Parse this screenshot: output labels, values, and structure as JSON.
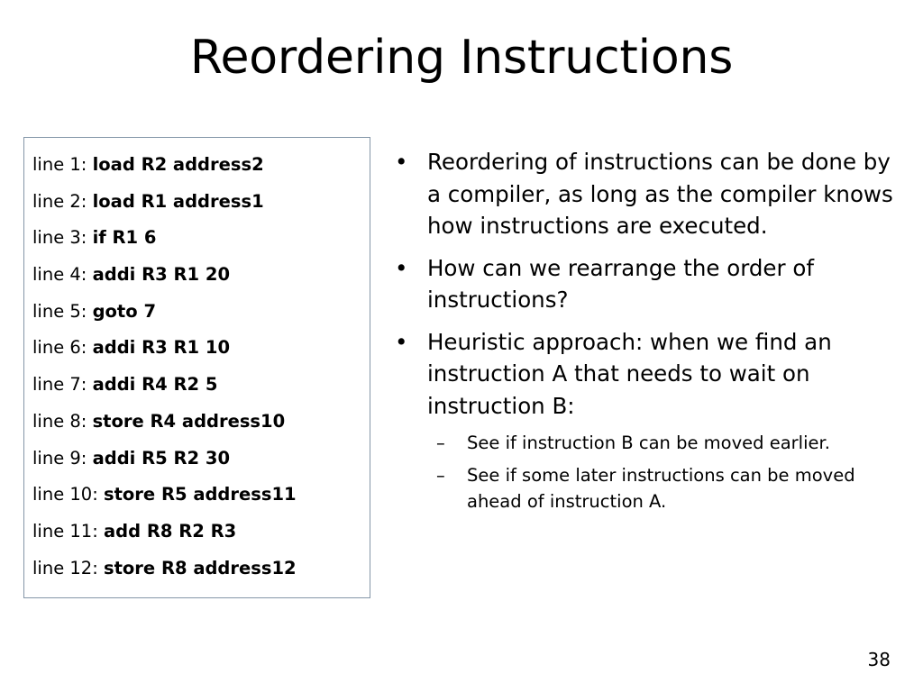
{
  "slide": {
    "title": "Reordering Instructions",
    "page_number": "38",
    "background_color": "#ffffff",
    "text_color": "#000000"
  },
  "code_box": {
    "border_color": "#8496a8",
    "background_color": "#ffffff",
    "lines": [
      {
        "label": "line 1:",
        "instruction": "load R2 address2"
      },
      {
        "label": "line 2:",
        "instruction": "load R1 address1"
      },
      {
        "label": "line 3:",
        "instruction": "if R1 6"
      },
      {
        "label": "line 4:",
        "instruction": "addi R3 R1 20"
      },
      {
        "label": "line 5:",
        "instruction": "goto 7"
      },
      {
        "label": "line 6:",
        "instruction": "addi R3 R1 10"
      },
      {
        "label": "line 7:",
        "instruction": "addi R4 R2 5"
      },
      {
        "label": "line 8:",
        "instruction": "store R4 address10"
      },
      {
        "label": "line 9:",
        "instruction": "addi R5 R2 30"
      },
      {
        "label": "line 10:",
        "instruction": "store R5 address11"
      },
      {
        "label": "line 11:",
        "instruction": "add R8 R2 R3"
      },
      {
        "label": "line 12:",
        "instruction": "store R8 address12"
      }
    ]
  },
  "bullets": {
    "marker": "•",
    "sub_marker": "–",
    "items": [
      {
        "text": "Reordering of instructions can be done by a compiler, as long as the compiler knows how instructions are executed.",
        "sub_items": []
      },
      {
        "text": "How can we rearrange the order of instructions?",
        "sub_items": []
      },
      {
        "text": "Heuristic approach: when we find an instruction A that needs to wait on instruction B:",
        "sub_items": [
          "See if instruction B can be moved earlier.",
          "See if some later instructions can be moved ahead of instruction A."
        ]
      }
    ]
  }
}
